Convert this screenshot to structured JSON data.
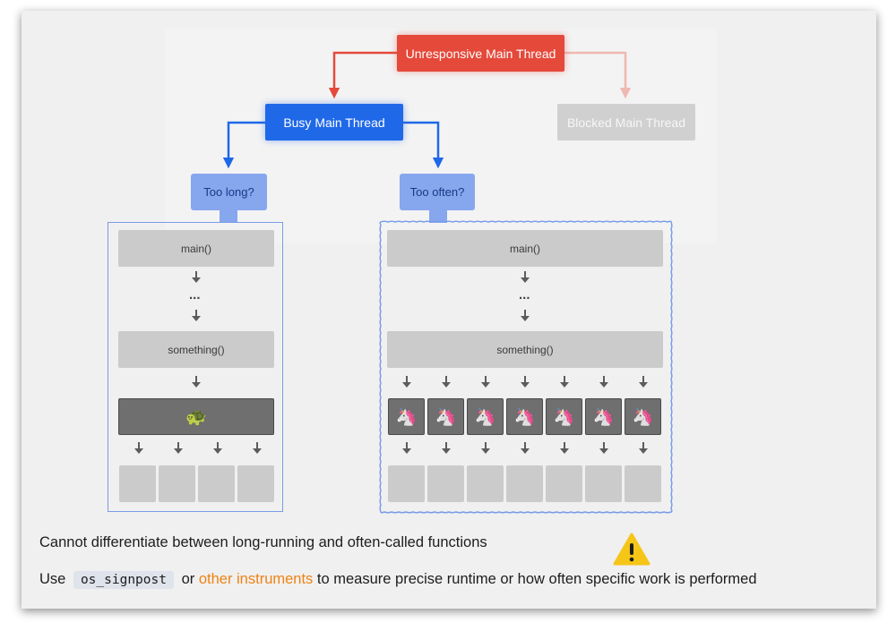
{
  "nodes": {
    "root": "Unresponsive Main Thread",
    "busy": "Busy Main Thread",
    "blocked": "Blocked Main Thread"
  },
  "questions": {
    "long": "Too long?",
    "often": "Too often?"
  },
  "left_panel": {
    "top_fn": "main()",
    "ellipsis": "...",
    "mid_fn": "something()",
    "slow_fn_emoji": "🐢",
    "leaf_count": 4
  },
  "right_panel": {
    "top_fn": "main()",
    "ellipsis": "...",
    "mid_fn": "something()",
    "fast_fn_emoji": "🦄",
    "fast_fn_count": 7,
    "leaf_count": 7
  },
  "captions": {
    "line1": "Cannot differentiate between long-running and  often-called functions",
    "line2_prefix": "Use",
    "line2_code": "os_signpost",
    "line2_or": "or",
    "line2_link": "other instruments",
    "line2_suffix": "to measure  precise runtime or how often specific work is  performed"
  },
  "colors": {
    "red": "#e4493a",
    "blue": "#1f68e8",
    "gray": "#d0d0d0",
    "question": "#86a6ee",
    "link": "#ee8314",
    "warning": "#f5c518"
  }
}
